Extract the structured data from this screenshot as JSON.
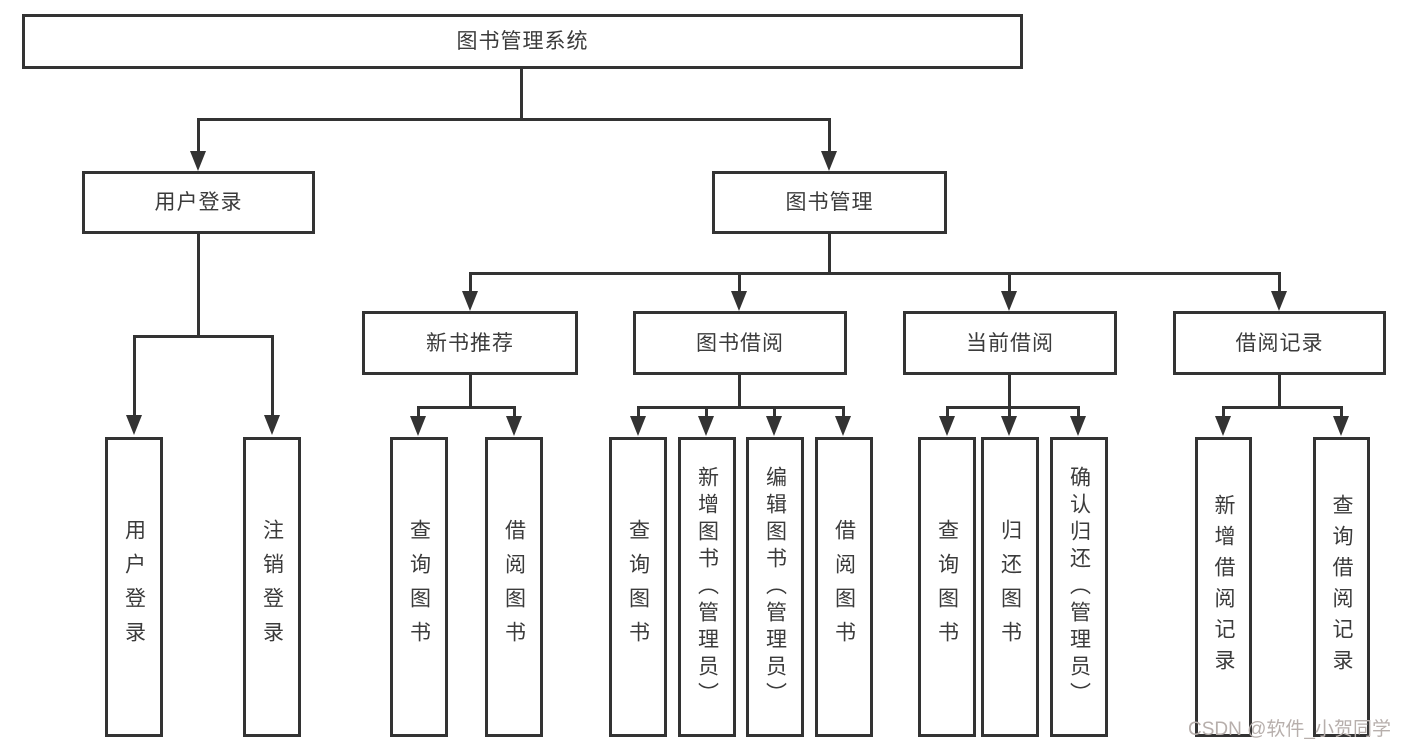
{
  "diagram_title": "图书管理系统",
  "tree": {
    "label": "图书管理系统",
    "children": [
      {
        "label": "用户登录",
        "children": [
          {
            "label": "用户登录"
          },
          {
            "label": "注销登录"
          }
        ]
      },
      {
        "label": "图书管理",
        "children": [
          {
            "label": "新书推荐",
            "children": [
              {
                "label": "查询图书"
              },
              {
                "label": "借阅图书"
              }
            ]
          },
          {
            "label": "图书借阅",
            "children": [
              {
                "label": "查询图书"
              },
              {
                "label": "新增图书（管理员）"
              },
              {
                "label": "编辑图书（管理员）"
              },
              {
                "label": "借阅图书"
              }
            ]
          },
          {
            "label": "当前借阅",
            "children": [
              {
                "label": "查询图书"
              },
              {
                "label": "归还图书"
              },
              {
                "label": "确认归还（管理员）"
              }
            ]
          },
          {
            "label": "借阅记录",
            "children": [
              {
                "label": "新增借阅记录"
              },
              {
                "label": "查询借阅记录"
              }
            ]
          }
        ]
      }
    ]
  },
  "watermark": {
    "text": "CSDN @软件_小贺同学"
  },
  "colors": {
    "line": "#333333",
    "box_border": "#333333",
    "text": "#3b3b3b",
    "background": "#ffffff",
    "watermark": "#b7afac"
  }
}
